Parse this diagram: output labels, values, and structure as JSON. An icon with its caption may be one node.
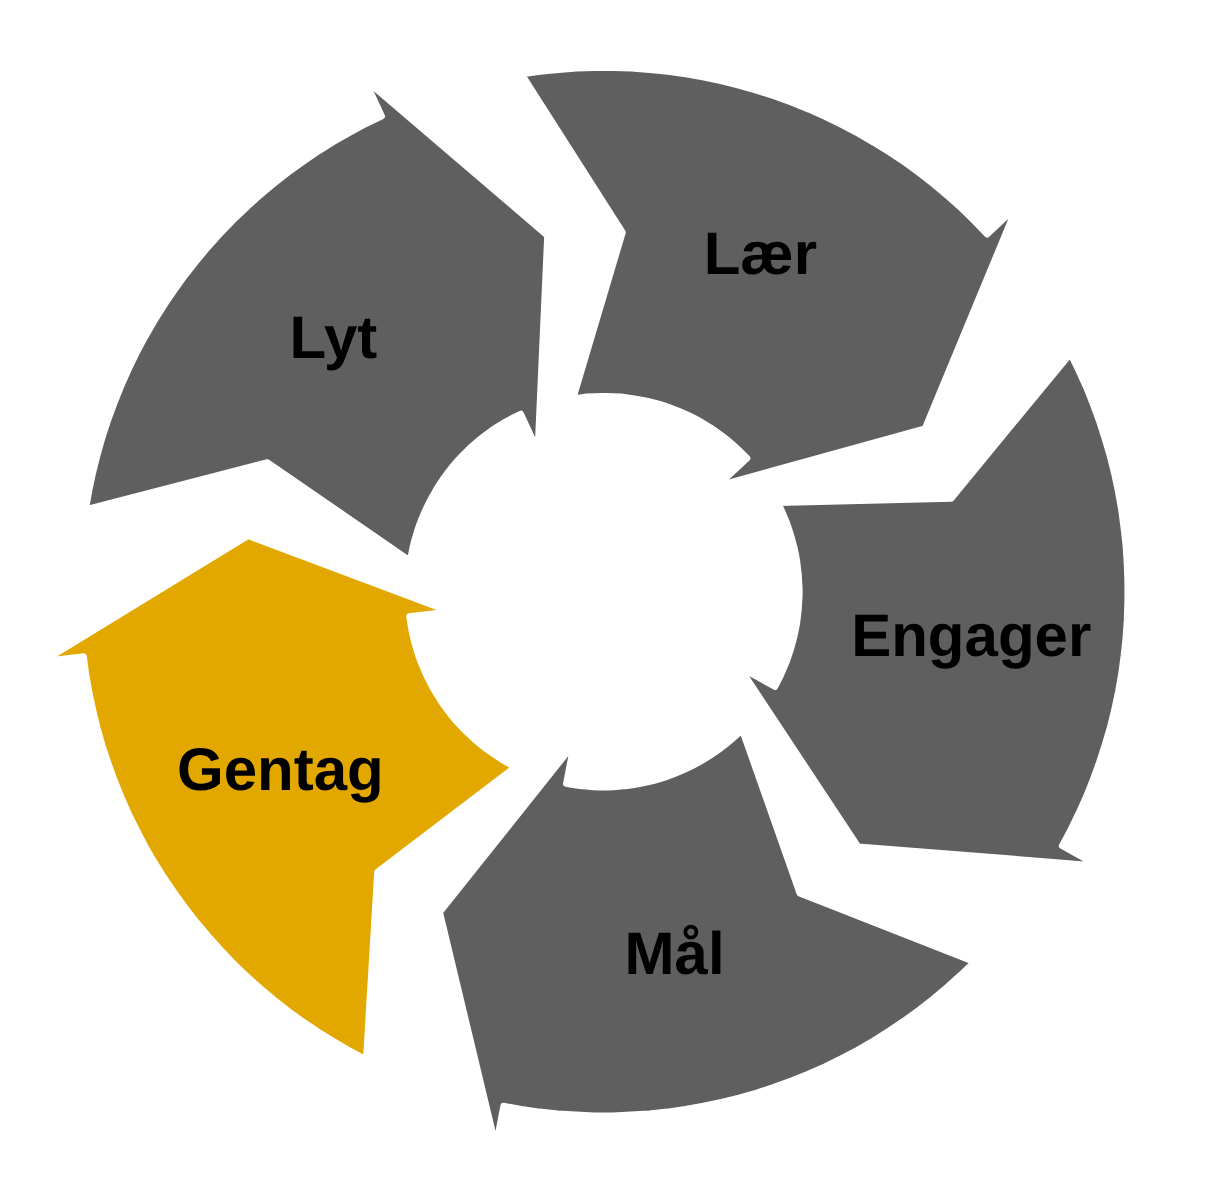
{
  "diagram": {
    "nodes": [
      {
        "text": [
          "Lyt"
        ]
      },
      {
        "text": [
          "Lær"
        ]
      },
      {
        "text": [
          "Engager"
        ]
      },
      {
        "text": [
          "Mål"
        ]
      },
      {
        "text": [
          "Gentag"
        ]
      }
    ]
  }
}
